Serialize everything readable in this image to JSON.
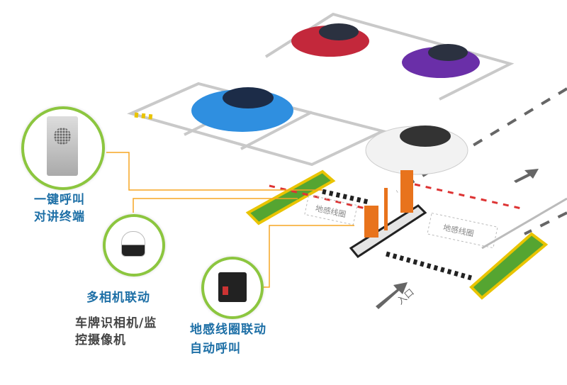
{
  "devices": {
    "intercom": {
      "line1": "一键呼叫",
      "line2": "对讲终端"
    },
    "camera": {
      "title": "多相机联动",
      "line1": "车牌识相机/监",
      "line2": "控摄像机"
    },
    "loop_detector": {
      "line1": "地感线圈联动",
      "line2": "自动呼叫"
    }
  },
  "road_marks": {
    "loop_left": "地感线圈",
    "loop_right": "地感线圈",
    "entrance": "入口"
  },
  "colors": {
    "accent_blue": "#1d6fa6",
    "ring_green": "#8cc63f",
    "connector_orange": "#f5a623",
    "barrier_orange": "#e8731c"
  }
}
